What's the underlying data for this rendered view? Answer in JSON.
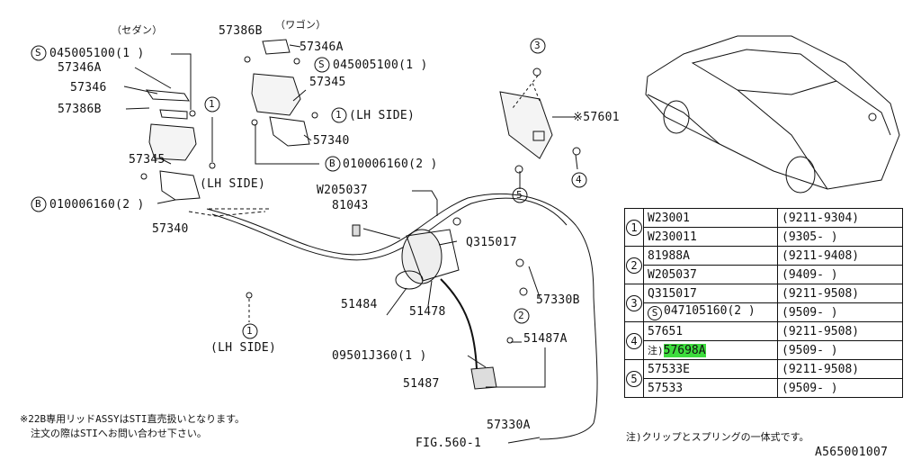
{
  "callouts": {
    "sedan_header": "（セダン）",
    "wagon_header": "（ワゴン）",
    "s_045005100_a": "045005100(1 )",
    "p57346A_a": "57346A",
    "p57346": "57346",
    "p57386B_a": "57386B",
    "p57345_a": "57345",
    "b_010006160_a": "010006160(2 )",
    "p57340_a": "57340",
    "lh_side_a": "(LH SIDE)",
    "p57386B_b": "57386B",
    "p57346A_b": "57346A",
    "s_045005100_b": "045005100(1 )",
    "p57345_b": "57345",
    "lh_side_b": "(LH SIDE)",
    "p57340_b": "57340",
    "b_010006160_b": "010006160(2 )",
    "w205037": "W205037",
    "p81043": "81043",
    "q315017": "Q315017",
    "p57330B": "57330B",
    "p51484": "51484",
    "p51478": "51478",
    "p09501J360": "09501J360(1 )",
    "p51487A": "51487A",
    "p51487": "51487",
    "p57330A": "57330A",
    "fig_ref": "FIG.560-1",
    "p57601": "※57601",
    "lh_side_c": "(LH SIDE)",
    "num1": "1",
    "num2": "2",
    "num3": "3",
    "num4": "4",
    "num5": "5",
    "letter_s": "S",
    "letter_b": "B"
  },
  "ref_table": {
    "rows": [
      {
        "key": "1",
        "part": "W23001",
        "date": "(9211-9304)"
      },
      {
        "key": "1",
        "part": "W230011",
        "date": "(9305-       )"
      },
      {
        "key": "2",
        "part": "81988A",
        "date": "(9211-9408)"
      },
      {
        "key": "2",
        "part": "W205037",
        "date": "(9409-       )"
      },
      {
        "key": "3",
        "part": "Q315017",
        "date": "(9211-9508)"
      },
      {
        "key": "3",
        "part": "047105160(2 )",
        "date": "(9509-       )"
      },
      {
        "key": "4",
        "part": "57651",
        "date": "(9211-9508)"
      },
      {
        "key": "4",
        "part": "57698A",
        "date": "(9509-       )"
      },
      {
        "key": "5",
        "part": "57533E",
        "date": "(9211-9508)"
      },
      {
        "key": "5",
        "part": "57533",
        "date": "(9509-       )"
      }
    ],
    "note_prefix": "注)",
    "s_prefix": "S"
  },
  "notes": {
    "line1": "※22B専用リッドASSYはSTI直売扱いとなります。",
    "line2": "注文の際はSTIへお問い合わせ下さい。",
    "table_note": "注)クリップとスプリングの一体式です。"
  },
  "diagram_id": "A565001007",
  "colors": {
    "line": "#111111",
    "highlight": "#3ddc3d"
  }
}
